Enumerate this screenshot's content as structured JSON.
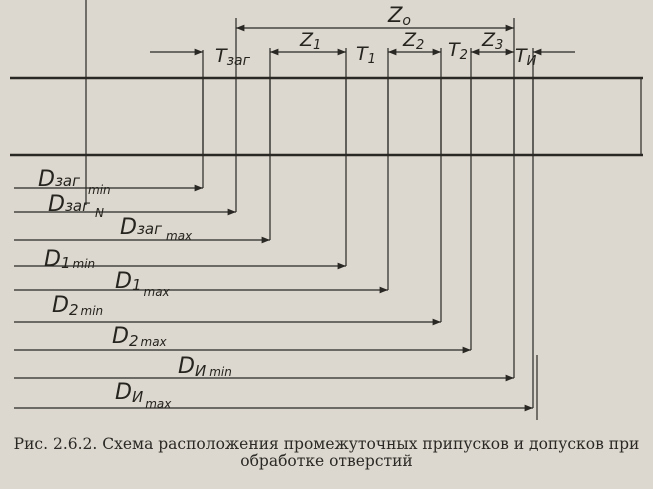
{
  "labels": {
    "z0_main": "Z",
    "z0_sub": "o",
    "tzag_main": "T",
    "tzag_sub": "заг",
    "z1_main": "Z",
    "z1_sub": "1",
    "t1_main": "T",
    "t1_sub": "1",
    "z2_main": "Z",
    "z2_sub": "2",
    "t2_main": "T",
    "t2_sub": "2",
    "z3_main": "Z",
    "z3_sub": "3",
    "ti_main": "T",
    "ti_sub": "И",
    "dzag_min_main": "D",
    "dzag_min_sub1": "заг",
    "dzag_min_sub2": "min",
    "dzag_n_main": "D",
    "dzag_n_sub1": "заг",
    "dzag_n_sub2": "N",
    "dzag_max_main": "D",
    "dzag_max_sub1": "заг",
    "dzag_max_sub2": "max",
    "d1_min_main": "D",
    "d1_min_sub1": "1",
    "d1_min_sub2": "min",
    "d1_max_main": "D",
    "d1_max_sub1": "1",
    "d1_max_sub2": "max",
    "d2_min_main": "D",
    "d2_min_sub1": "2",
    "d2_min_sub2": "min",
    "d2_max_main": "D",
    "d2_max_sub1": "2",
    "d2_max_sub2": "max",
    "di_min_main": "D",
    "di_min_sub1": "И",
    "di_min_sub2": "min",
    "di_max_main": "D",
    "di_max_sub1": "И",
    "di_max_sub2": "max"
  },
  "caption": {
    "line1": "Рис. 2.6.2. Схема расположения промежуточных припусков и допусков при",
    "line2": "обработке отверстий"
  },
  "colors": {
    "paper": "#dcd8cf",
    "ink": "#2a2824"
  }
}
